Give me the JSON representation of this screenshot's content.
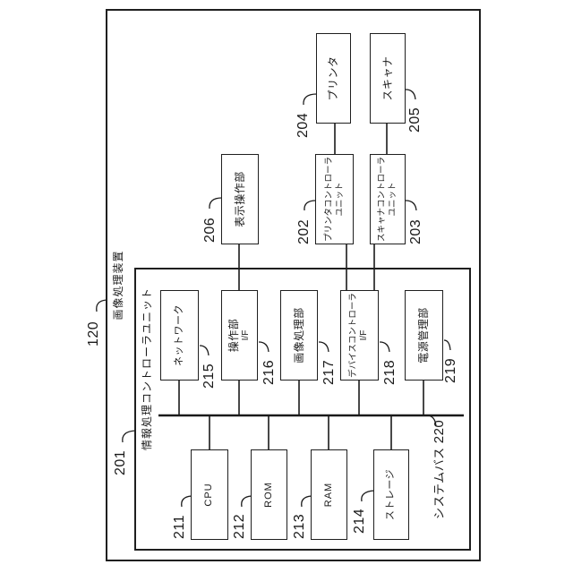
{
  "colors": {
    "line": "#1a1a1a",
    "background": "#ffffff"
  },
  "outer": {
    "label": "画像処理装置",
    "ref": "120"
  },
  "inner": {
    "label": "情報処理コントローラユニット",
    "ref": "201"
  },
  "bus": {
    "label": "システムバス",
    "ref": "220"
  },
  "blocks": {
    "cpu": {
      "label": "CPU",
      "ref": "211"
    },
    "rom": {
      "label": "ROM",
      "ref": "212"
    },
    "ram": {
      "label": "RAM",
      "ref": "213"
    },
    "storage": {
      "label": "ストレージ",
      "ref": "214"
    },
    "network": {
      "label": "ネットワーク",
      "ref": "215"
    },
    "op_if": {
      "label": "操作部",
      "label2": "I/F",
      "ref": "216"
    },
    "image_processing": {
      "label": "画像処理部",
      "ref": "217"
    },
    "device_controller_if": {
      "label": "デバイスコントローラ",
      "label2": "I/F",
      "ref": "218"
    },
    "power_management": {
      "label": "電源管理部",
      "ref": "219"
    },
    "display_operation": {
      "label": "表示操作部",
      "ref": "206"
    },
    "printer_controller": {
      "label": "プリンタコントローラ",
      "label2": "ユニット",
      "ref": "202"
    },
    "scanner_controller": {
      "label": "スキャナコントローラ",
      "label2": "ユニット",
      "ref": "203"
    },
    "printer": {
      "label": "プリンタ",
      "ref": "204"
    },
    "scanner": {
      "label": "スキャナ",
      "ref": "205"
    }
  }
}
